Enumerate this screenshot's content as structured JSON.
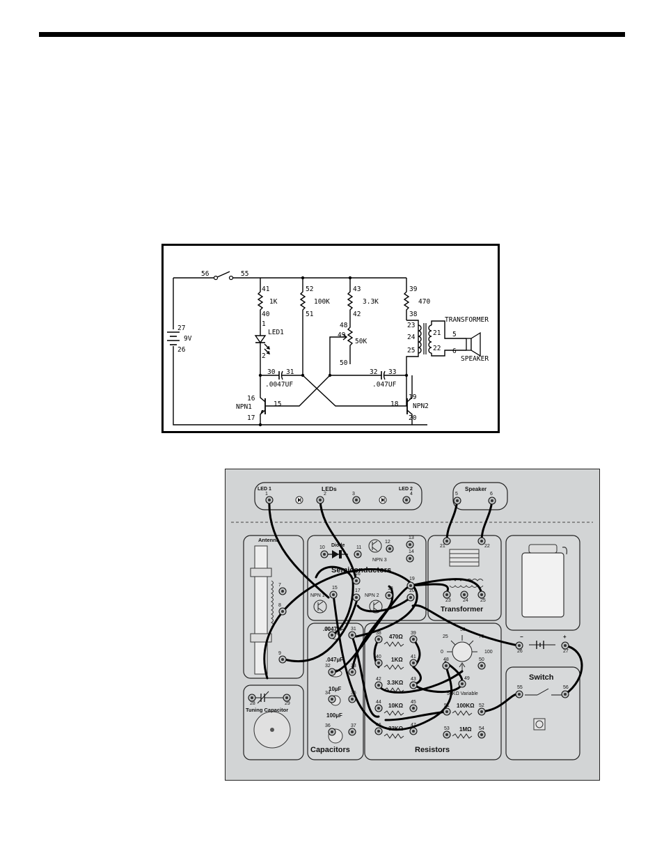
{
  "schematic": {
    "switch": {
      "left": "56",
      "right": "55"
    },
    "battery": {
      "top": "27",
      "value": "9V",
      "bottom": "26"
    },
    "r1k": {
      "top": "41",
      "value": "1K",
      "bottom": "40"
    },
    "led": {
      "top": "1",
      "name": "LED1",
      "bottom": "2"
    },
    "r100k": {
      "top": "52",
      "value": "100K",
      "bottom": "51"
    },
    "r33k": {
      "top": "43",
      "value": "3.3K",
      "bottom": "42"
    },
    "pot": {
      "top": "48",
      "wiper": "49",
      "value": "50K",
      "bottom": "50"
    },
    "r470": {
      "top": "39",
      "value": "470",
      "bottom": "38"
    },
    "transformer": {
      "label": "TRANSFORMER",
      "p_top": "23",
      "p_mid": "24",
      "p_bot": "25",
      "s_top": "21",
      "s_bot": "22"
    },
    "speaker": {
      "top": "5",
      "bottom": "6",
      "label": "SPEAKER"
    },
    "c1": {
      "left": "30",
      "right": "31",
      "value": ".0047UF"
    },
    "c2": {
      "left": "32",
      "right": "33",
      "value": ".047UF"
    },
    "q1": {
      "c": "16",
      "name": "NPN1",
      "b": "15",
      "e": "17"
    },
    "q2": {
      "c": "19",
      "name": "NPN2",
      "b": "18",
      "e": "20"
    }
  },
  "board": {
    "leds": {
      "title": "LEDs",
      "led1": "LED 1",
      "led2": "LED 2",
      "t1": "1",
      "t2": "2",
      "t3": "3",
      "t4": "4"
    },
    "speaker": {
      "title": "Speaker",
      "t5": "5",
      "t6": "6"
    },
    "antenna": {
      "title": "Antenna",
      "t7": "7",
      "t8": "8",
      "t9": "9"
    },
    "semiconductors": {
      "title": "Semiconductors",
      "diode": "Diode",
      "npn3": "NPN 3",
      "npn1": "NPN 1",
      "npn2": "NPN 2",
      "t10": "10",
      "t11": "11",
      "t12": "12",
      "t13": "13",
      "t14": "14",
      "t15": "15",
      "t16": "16",
      "t17": "17",
      "t18": "18",
      "t19": "19",
      "t20": "20"
    },
    "transformer": {
      "title": "Transformer",
      "t21": "21",
      "t22": "22",
      "t23": "23",
      "t24": "24",
      "t25": "25"
    },
    "battery": {
      "t26": "26",
      "t27": "27",
      "minus": "−",
      "plus": "+"
    },
    "capacitors": {
      "title": "Capacitors",
      "c1": ".0047µF",
      "c2": ".047µF",
      "c3": "10µF",
      "c4": "100µF",
      "t30": "30",
      "t31": "31",
      "t32": "32",
      "t33": "33",
      "t34": "34",
      "t35": "35",
      "t36": "36",
      "t37": "37"
    },
    "resistors": {
      "title": "Resistors",
      "r470": "470Ω",
      "r1k": "1KΩ",
      "r33k": "3.3KΩ",
      "r10k": "10KΩ",
      "r33kb": "33KΩ",
      "r100k": "100KΩ",
      "r1m": "1MΩ",
      "variable": "50KΩ Variable",
      "t38": "38",
      "t39": "39",
      "t40": "40",
      "t41": "41",
      "t42": "42",
      "t43": "43",
      "t44": "44",
      "t45": "45",
      "t46": "46",
      "t47": "47",
      "t48": "48",
      "t49": "49",
      "t50": "50",
      "t51": "51",
      "t52": "52",
      "t53": "53",
      "t54": "54",
      "d0": "0",
      "d25": "25",
      "d50": "50",
      "d75": "75",
      "d100": "100"
    },
    "tuning": {
      "title": "Tuning Capacitor",
      "t28": "28",
      "t29": "29"
    },
    "switch": {
      "title": "Switch",
      "t55": "55",
      "t56": "56"
    }
  }
}
